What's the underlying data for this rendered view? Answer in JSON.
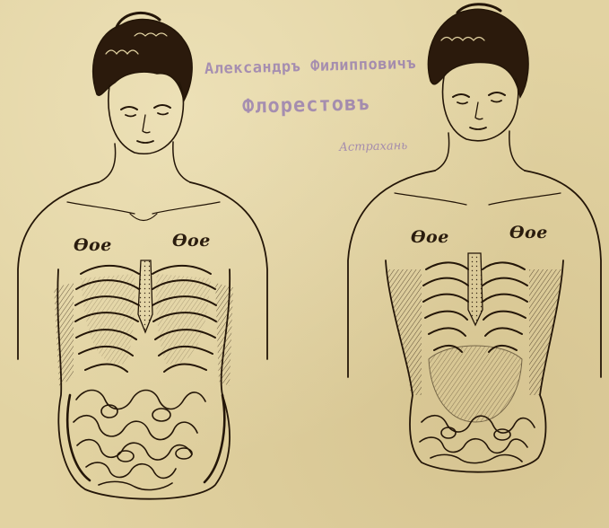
{
  "stamp": {
    "line1": "Александръ Филипповичъ",
    "line2": "Флорестовъ",
    "line3": "Астрахань"
  },
  "labels": {
    "left_figure_1": "Ѳoe",
    "left_figure_2": "Ѳoe",
    "right_figure_1": "Ѳoe",
    "right_figure_2": "Ѳoe"
  }
}
